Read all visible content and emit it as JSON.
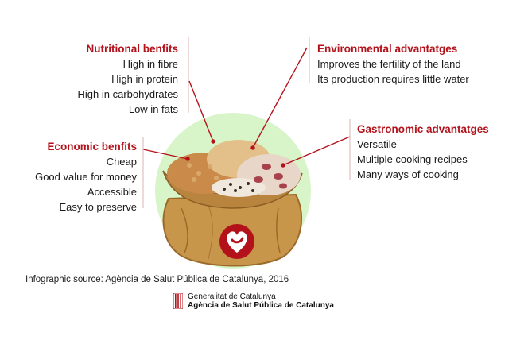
{
  "nutritional": {
    "title": "Nutritional benfits",
    "items": [
      "High in fibre",
      "High in protein",
      "High in carbohydrates",
      "Low in fats"
    ]
  },
  "economic": {
    "title": "Economic benfits",
    "items": [
      "Cheap",
      "Good value for money",
      "Accessible",
      "Easy to preserve"
    ]
  },
  "environmental": {
    "title": "Environmental advantatges",
    "items": [
      "Improves the fertility of the land",
      "Its production requires little water"
    ]
  },
  "gastronomic": {
    "title": "Gastronomic advantatges",
    "items": [
      "Versatile",
      "Multiple cooking recipes",
      "Many ways of cooking"
    ]
  },
  "source": "Infographic source: Agència de Salut Pública de Catalunya, 2016",
  "logo": {
    "line1": "Generalitat de Catalunya",
    "line2": "Agència de Salut Pública de Catalunya"
  },
  "colors": {
    "heading": "#b3121b",
    "circle": "#d6f5c7",
    "sack": "#c69444",
    "heart": "#b3121b"
  },
  "icons": [
    "legume-sack-illustration",
    "heart-bean-icon",
    "generalitat-logo-icon"
  ]
}
